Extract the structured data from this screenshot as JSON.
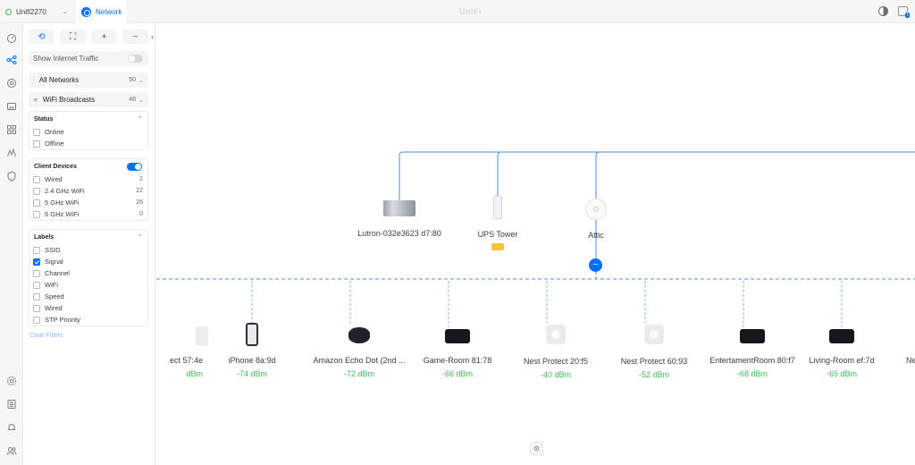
{
  "topbar": {
    "site_name": "Unifi2270",
    "active_tab": "Network",
    "brand": "UniFi"
  },
  "panel": {
    "show_internet_traffic": "Show Internet Traffic",
    "all_networks": {
      "label": "All Networks",
      "count": "50"
    },
    "wifi_broadcasts": {
      "label": "WiFi Broadcasts",
      "count": "48"
    },
    "status": {
      "title": "Status",
      "options": [
        {
          "label": "Online",
          "checked": false
        },
        {
          "label": "Offline",
          "checked": false
        }
      ]
    },
    "client_devices": {
      "title": "Client Devices",
      "enabled": true,
      "options": [
        {
          "label": "Wired",
          "count": "2"
        },
        {
          "label": "2.4 GHz WiFi",
          "count": "22"
        },
        {
          "label": "5 GHz WiFi",
          "count": "26"
        },
        {
          "label": "6 GHz WiFi",
          "count": "0"
        }
      ]
    },
    "labels": {
      "title": "Labels",
      "options": [
        {
          "label": "SSID",
          "checked": false
        },
        {
          "label": "Signal",
          "checked": true
        },
        {
          "label": "Channel",
          "checked": false
        },
        {
          "label": "WiFi",
          "checked": false
        },
        {
          "label": "Speed",
          "checked": false
        },
        {
          "label": "Wired",
          "checked": false
        },
        {
          "label": "STP Priority",
          "checked": false
        }
      ]
    },
    "clear_filters": "Clear Filters"
  },
  "topology": {
    "infrastructure": [
      {
        "name": "Lutron-032e3623 d7:80",
        "icon": "bridge-device-icon"
      },
      {
        "name": "UPS Tower",
        "icon": "ups-tower-icon",
        "badge_color": "#f5c542"
      },
      {
        "name": "Attic",
        "icon": "access-point-icon"
      }
    ],
    "clients": [
      {
        "name": "ect 57:4e",
        "signal": "dBm",
        "icon": "nest-protect-icon"
      },
      {
        "name": "iPhone 8a:9d",
        "signal": "-74 dBm",
        "icon": "iphone-icon"
      },
      {
        "name": "Amazon Echo Dot (2nd ...",
        "signal": "-72 dBm",
        "icon": "echo-dot-icon"
      },
      {
        "name": "Game-Room 81:78",
        "signal": "-66 dBm",
        "icon": "apple-tv-icon"
      },
      {
        "name": "Nest Protect 20:f5",
        "signal": "-40 dBm",
        "icon": "nest-protect-icon"
      },
      {
        "name": "Nest Protect 60:93",
        "signal": "-52 dBm",
        "icon": "nest-protect-icon"
      },
      {
        "name": "EntertamentRoom 80:f7",
        "signal": "-68 dBm",
        "icon": "apple-tv-icon"
      },
      {
        "name": "Living-Room ef:7d",
        "signal": "-65 dBm",
        "icon": "apple-tv-icon"
      },
      {
        "name": "Ne",
        "signal": "",
        "icon": "device-icon"
      }
    ],
    "collapse_symbol": "–",
    "colors": {
      "link": "#4a90e2",
      "signal": "#3fbf58",
      "accent": "#006fff"
    }
  }
}
